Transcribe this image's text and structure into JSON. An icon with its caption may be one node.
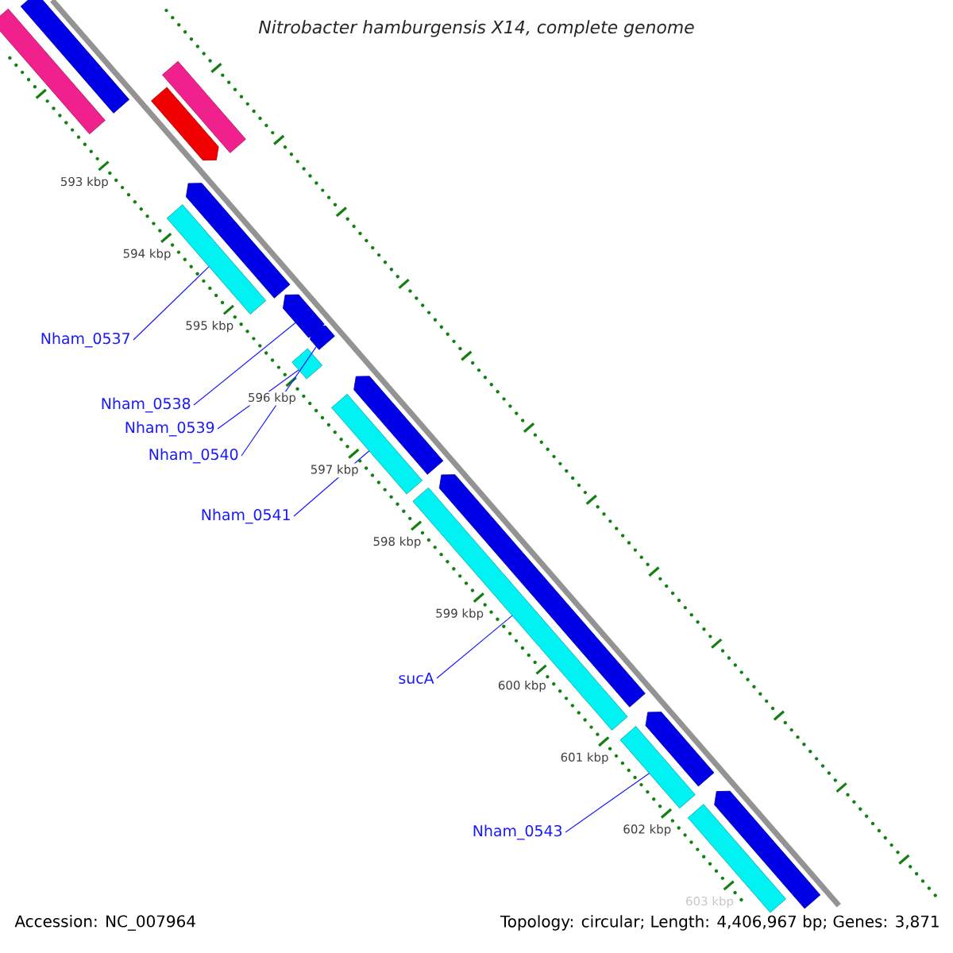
{
  "diagram": {
    "title": "Nitrobacter hamburgensis X14, complete genome",
    "nodes": [
      {
        "text": [
          "Nham_0537"
        ]
      },
      {
        "text": [
          "Nham_0538"
        ]
      },
      {
        "text": [
          "Nham_0539"
        ]
      },
      {
        "text": [
          "Nham_0540"
        ]
      },
      {
        "text": [
          "Nham_0541"
        ]
      },
      {
        "text": [
          "sucA"
        ]
      },
      {
        "text": [
          "Nham_0543"
        ]
      },
      {
        "text": [],
        "shape": "bar"
      },
      {
        "text": [],
        "shape": "pentagon"
      },
      {
        "text": [],
        "shape": "bar"
      },
      {
        "text": [],
        "shape": "pentagon"
      },
      {
        "text": [],
        "shape": "bar"
      },
      {
        "text": [],
        "shape": "bar"
      },
      {
        "text": [],
        "shape": "bar"
      },
      {
        "text": [],
        "shape": "bar"
      },
      {
        "text": [],
        "shape": "bar"
      },
      {
        "text": [],
        "shape": "bar"
      },
      {
        "text": [],
        "shape": "pentagon"
      },
      {
        "text": [],
        "shape": "pentagon"
      },
      {
        "text": [],
        "shape": "pentagon"
      },
      {
        "text": [],
        "shape": "pentagon"
      },
      {
        "text": [],
        "shape": "pentagon"
      },
      {
        "text": [],
        "shape": "pentagon"
      },
      {
        "text": [],
        "shape": "bar"
      }
    ],
    "edges": [
      {
        "from": 0,
        "to": 7,
        "arrow": "none"
      },
      {
        "from": 1,
        "to": 8,
        "arrow": "none"
      },
      {
        "from": 2,
        "to": 9,
        "arrow": "none"
      },
      {
        "from": 3,
        "to": 10,
        "arrow": "none"
      },
      {
        "from": 4,
        "to": 11,
        "arrow": "none"
      },
      {
        "from": 5,
        "to": 12,
        "arrow": "none"
      },
      {
        "from": 6,
        "to": 13,
        "arrow": "none"
      }
    ],
    "labels": [
      "593 kbp",
      "594 kbp",
      "595 kbp",
      "596 kbp",
      "597 kbp",
      "598 kbp",
      "599 kbp",
      "600 kbp",
      "601 kbp",
      "602 kbp",
      "603 kbp",
      "Accession: NC_007964",
      "Topology: circular; Length: 4,406,967 bp; Genes: 3,871"
    ]
  }
}
